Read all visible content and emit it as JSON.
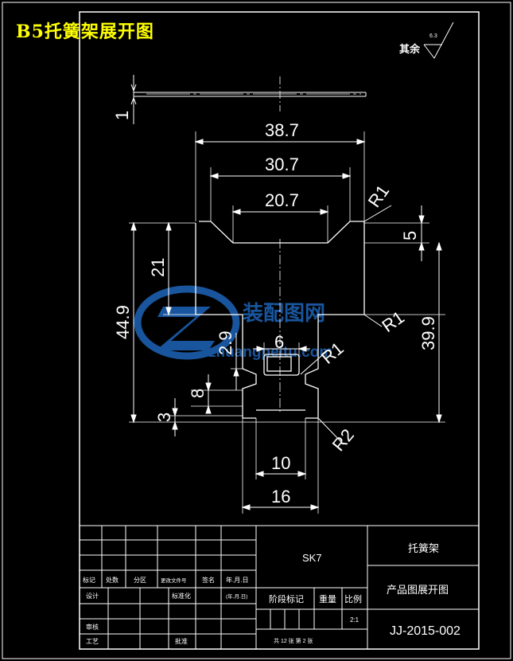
{
  "heading": "B5托簧架展开图",
  "roughness": {
    "label": "其余",
    "symbol_value": "6.3"
  },
  "watermark": {
    "cn": "装配图网",
    "url": "zhuangpeitu.com"
  },
  "dimensions": {
    "thickness": "1",
    "w387": "38.7",
    "w307": "30.7",
    "w207": "20.7",
    "h5": "5",
    "h21": "21",
    "h449": "44.9",
    "h399": "39.9",
    "h29": "2.9",
    "w6": "6",
    "h8": "8",
    "h3": "3",
    "w10": "10",
    "w16": "16",
    "r_top": "R1",
    "r_mid": "R1",
    "r_slot": "R1",
    "r_bottom": "R2"
  },
  "title_block": {
    "material": "SK7",
    "part_name": "托簧架",
    "drawing_title": "产品图展开图",
    "drawing_no": "JJ-2015-002",
    "col_labels": [
      "标记",
      "处数",
      "分区",
      "更改文件号",
      "签名",
      "年.月.日"
    ],
    "design": "设计",
    "standardize": "标准化",
    "date_hint": "(年.月.日)",
    "review": "审核",
    "process": "工艺",
    "approve": "批准",
    "stage_mark": "阶段标记",
    "weight": "重量",
    "scale": "比例",
    "scale_value": "2:1",
    "sheets": "共 12 张  第 2 张"
  }
}
